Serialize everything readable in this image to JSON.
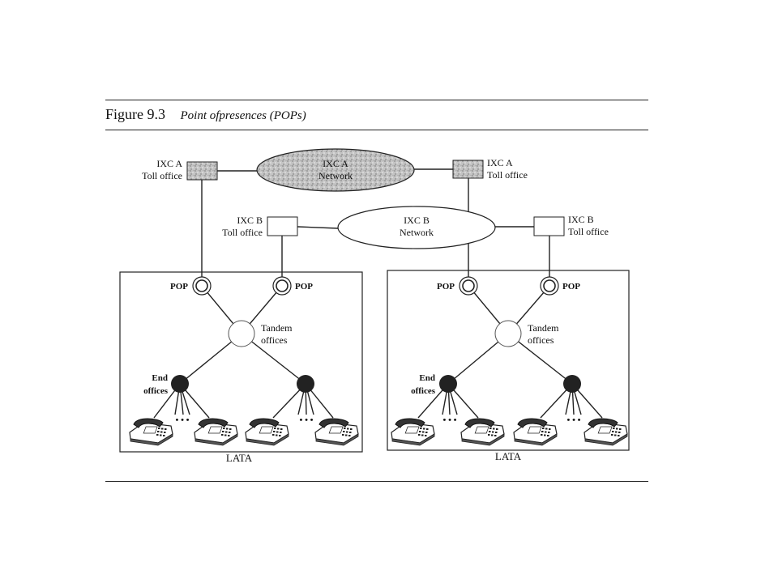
{
  "figure": {
    "number": "Figure 9.3",
    "title": "Point ofpresences (POPs)"
  },
  "labels": {
    "ixc_a_network": [
      "IXC A",
      "Network"
    ],
    "ixc_b_network": [
      "IXC B",
      "Network"
    ],
    "ixc_a_toll_office": [
      "IXC A",
      "Toll office"
    ],
    "ixc_b_toll_office": [
      "IXC B",
      "Toll office"
    ],
    "pop": "POP",
    "tandem_offices": [
      "Tandem",
      "offices"
    ],
    "end_offices": [
      "End",
      "offices"
    ],
    "lata": "LATA",
    "dots": "• • •"
  },
  "colors": {
    "line": "#222222",
    "ixc_a_fill": "#bdbdbd",
    "end_office_fill": "#222222"
  }
}
